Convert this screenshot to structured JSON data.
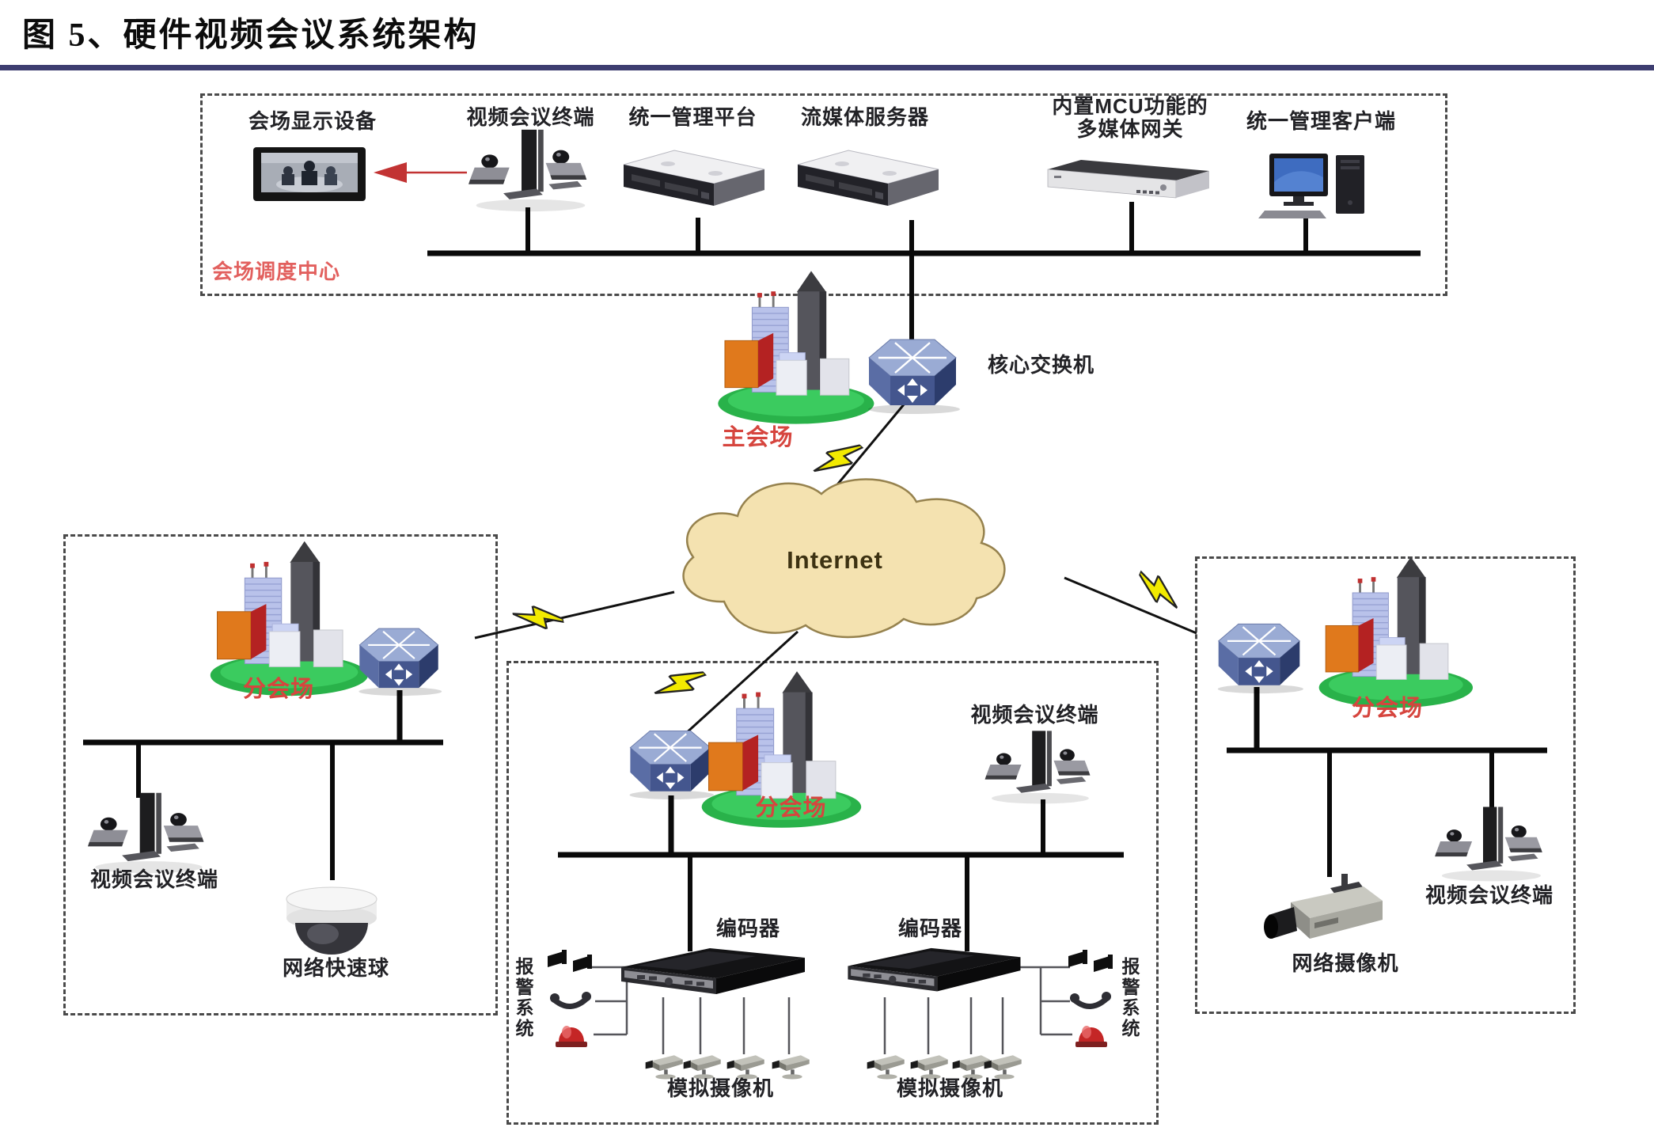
{
  "figure": {
    "title": "图 5、硬件视频会议系统架构"
  },
  "colors": {
    "title_rule": "#3d3d70",
    "venue_label_red": "#d6453e",
    "dispatch_label_red": "#e2605e",
    "cloud_fill": "#f4e2b0",
    "switch_blue": "#44568e",
    "lightning_yellow": "#f2ea00",
    "line_black": "#0a0a0a"
  },
  "dispatch_center": {
    "label": "会场调度中心",
    "display_device": "会场显示设备",
    "video_terminal": "视频会议终端",
    "management_platform": "统一管理平台",
    "streaming_server": "流媒体服务器",
    "mcu_gateway_line1": "内置MCU功能的",
    "mcu_gateway_line2": "多媒体网关",
    "management_client": "统一管理客户端"
  },
  "core": {
    "main_venue": "主会场",
    "core_switch": "核心交换机",
    "internet": "Internet"
  },
  "left_branch": {
    "venue": "分会场",
    "video_terminal": "视频会议终端",
    "speed_dome": "网络快速球"
  },
  "center_branch": {
    "venue": "分会场",
    "video_terminal": "视频会议终端",
    "encoder_left": "编码器",
    "encoder_right": "编码器",
    "alarm_left": "报警系统",
    "alarm_right": "报警系统",
    "analog_cameras_left": "模拟摄像机",
    "analog_cameras_right": "模拟摄像机"
  },
  "right_branch": {
    "venue": "分会场",
    "network_camera": "网络摄像机",
    "video_terminal": "视频会议终端"
  }
}
